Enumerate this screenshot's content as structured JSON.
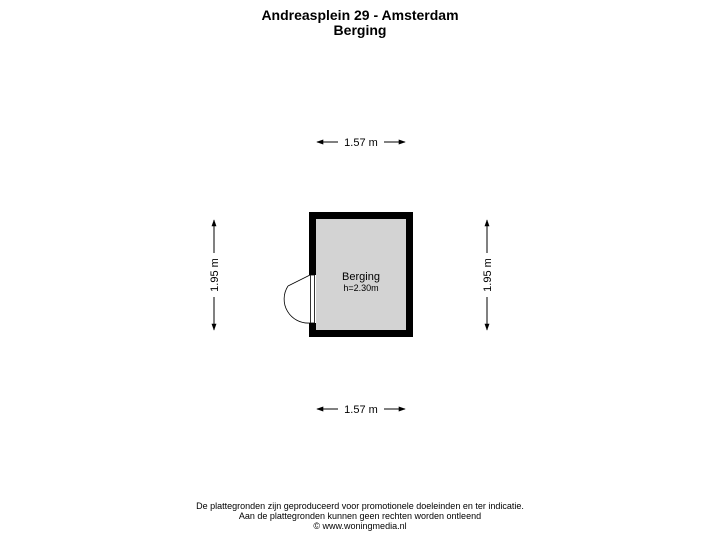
{
  "header": {
    "address": "Andreasplein 29 - Amsterdam",
    "floor": "Berging"
  },
  "plan": {
    "room": {
      "name": "Berging",
      "height_label": "h=2.30m"
    },
    "dimensions": {
      "top": "1.57 m",
      "bottom": "1.57 m",
      "left": "1.95 m",
      "right": "1.95 m"
    },
    "colors": {
      "wall": "#000000",
      "floor": "#d3d3d3"
    }
  },
  "footer": {
    "line1": "De plattegronden zijn geproduceerd voor promotionele doeleinden en ter indicatie.",
    "line2": "Aan de plattegronden kunnen geen rechten worden ontleend",
    "line3": "© www.woningmedia.nl"
  }
}
